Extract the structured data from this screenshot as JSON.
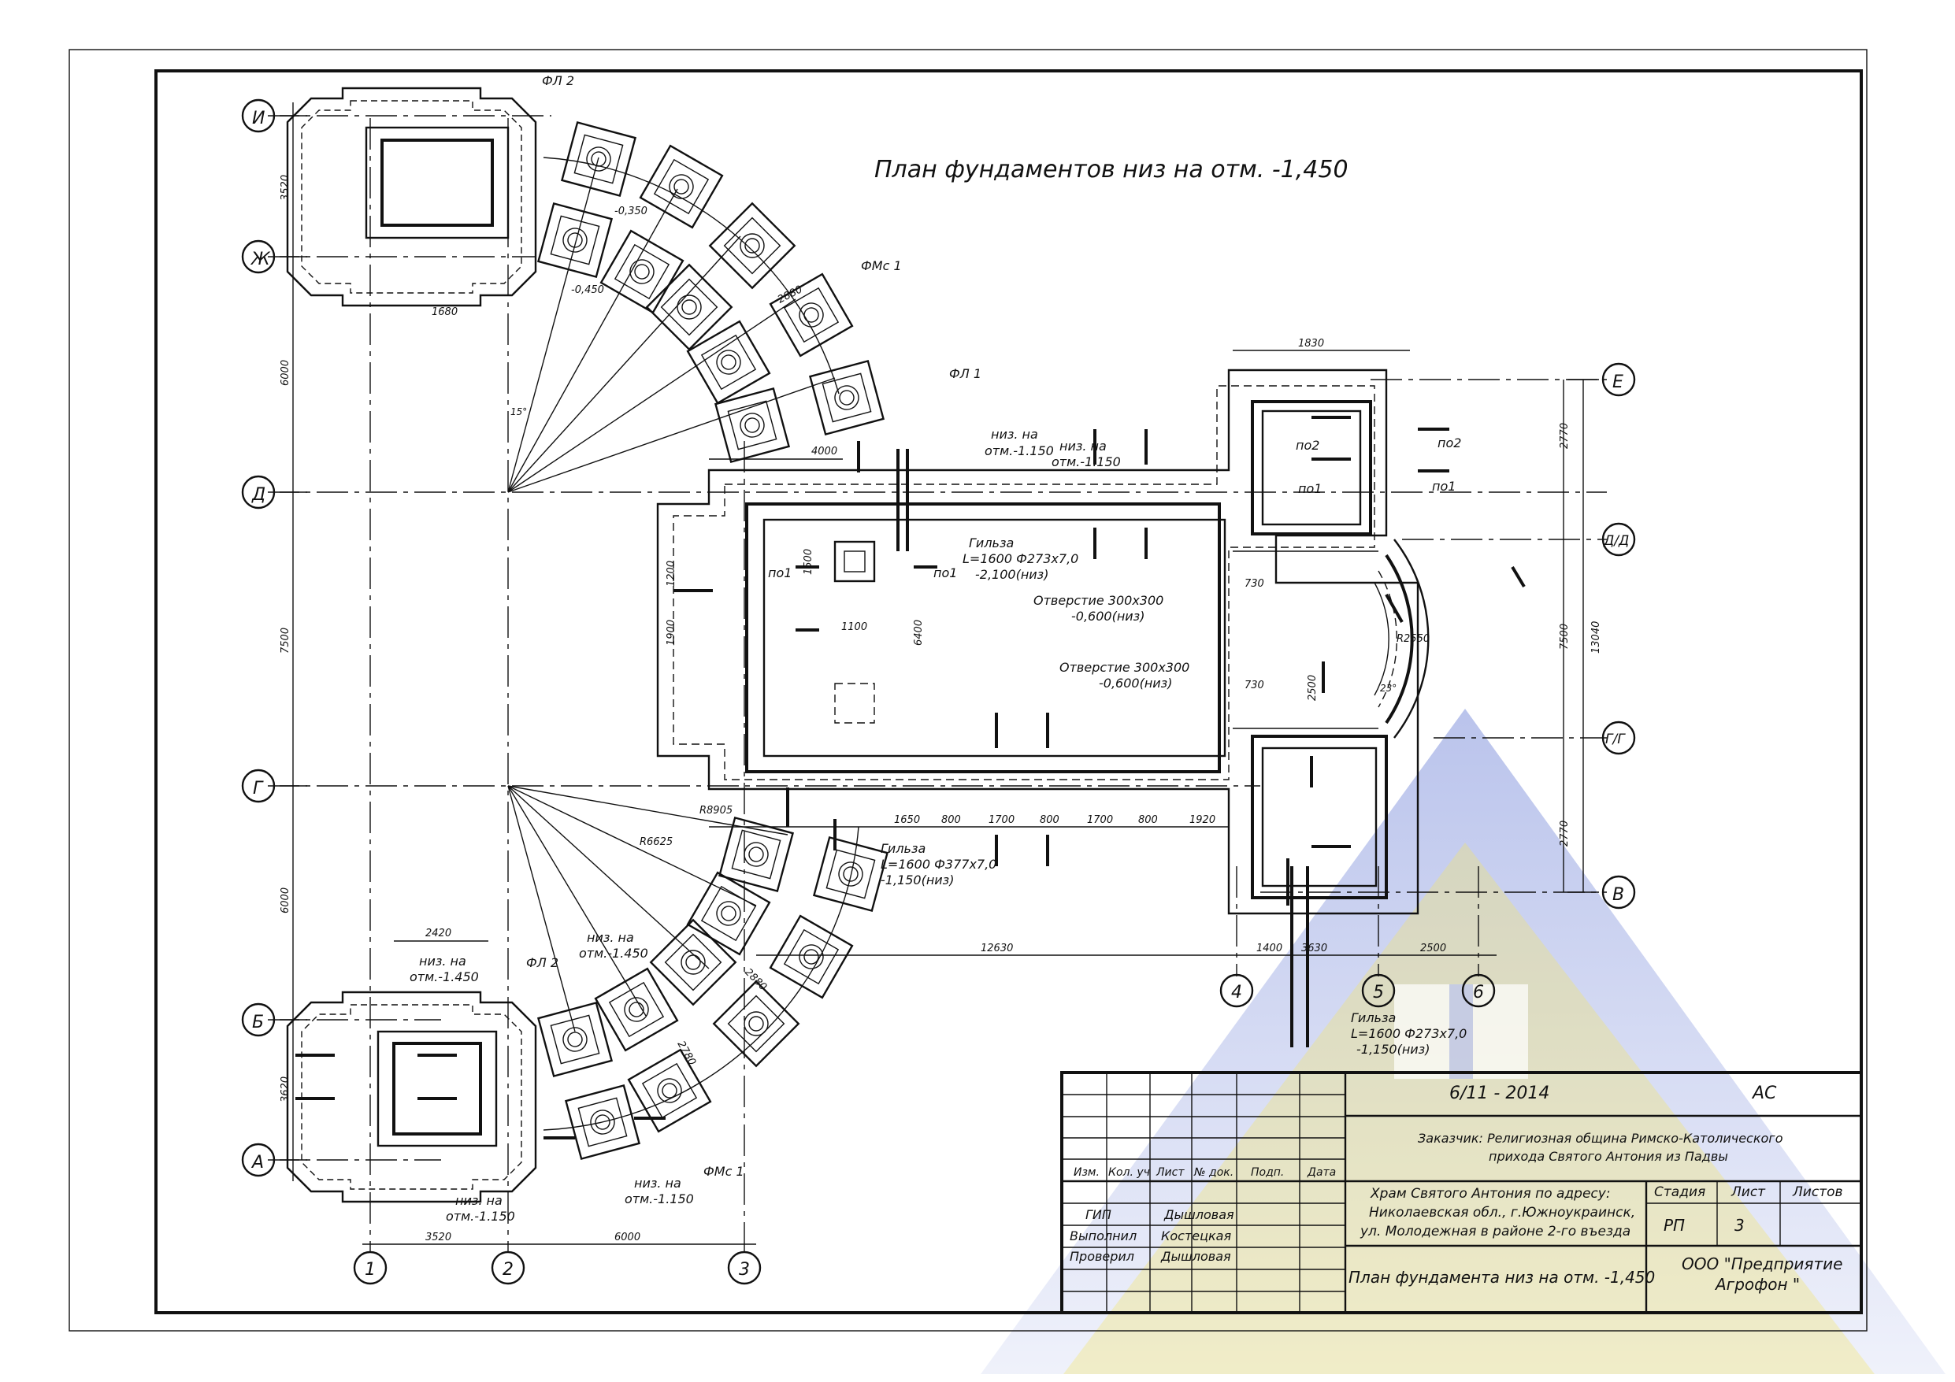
{
  "drawing": {
    "title": "План фундаментов низ на отм. -1,450",
    "axes_letters": [
      "И",
      "Ж",
      "Д",
      "Г",
      "Б",
      "А",
      "Е",
      "Д/Д",
      "Г/Г",
      "В"
    ],
    "axes_numbers": [
      "1",
      "2",
      "3",
      "4",
      "5",
      "6"
    ],
    "labels": {
      "fl2_top": "ФЛ 2",
      "fms1_top": "ФМс 1",
      "fl1": "ФЛ 1",
      "fl2_bottom": "ФЛ 2",
      "fms1_bottom": "ФМс 1",
      "mark_035": "-0,350",
      "mark_045": "-0,450",
      "niz_na_1": "низ. на",
      "otm_1150_a": "отм.-1.150",
      "niz_na_2": "низ. на",
      "otm_1150_b": "отм.-1.150",
      "gilza_1_title": "Гильза",
      "gilza_1_spec": "L=1600 Ф273х7,0",
      "gilza_1_level": "-2,100(низ)",
      "otv_1_title": "Отверстие 300х300",
      "otv_1_level": "-0,600(низ)",
      "otv_2_title": "Отверстие 300х300",
      "otv_2_level": "-0,600(низ)",
      "gilza_2_title": "Гильза",
      "gilza_2_spec": "L=1600 Ф377х7,0",
      "gilza_2_level": "-1,150(низ)",
      "gilza_3_title": "Гильза",
      "gilza_3_spec": "L=1600 Ф273х7,0",
      "gilza_3_level": "-1,150(низ)",
      "niz_na_3": "низ. на",
      "otm_1450_a": "отм.-1.450",
      "niz_na_4": "низ. на",
      "otm_1450_b": "отм.-1.450",
      "niz_na_5": "низ. на",
      "otm_1150_c": "отм.-1.150",
      "niz_na_6": "низ. на",
      "otm_1150_d": "отм.-1.150",
      "po1_a": "по1",
      "po1_b": "по1",
      "po1_c": "по1",
      "po1_d": "по1",
      "po2_a": "по2",
      "po2_b": "по2",
      "r2550": "R2550",
      "r8905": "R8905",
      "r6625": "R6625",
      "angle15": "15°",
      "angle23": "23°"
    },
    "dims": {
      "d3520_left": "3520",
      "d6000_left": "6000",
      "d7500_left": "7500",
      "d6000_left2": "6000",
      "d3620_left": "3620",
      "d3520_bottom": "3520",
      "d6000_bottom": "6000",
      "d12630": "12630",
      "d2500_bottom": "2500",
      "d1400": "1400",
      "d3630": "3630",
      "d2770_top": "2770",
      "d7500_right": "7500",
      "d13040": "13040",
      "d2770_bottom": "2770",
      "d4000": "4000",
      "d2420": "2420",
      "d1680_top": "1680",
      "d1830": "1830",
      "d1650": "1650",
      "d1700a": "1700",
      "d1700b": "1700",
      "d1920": "1920",
      "d800a": "800",
      "d800b": "800",
      "d800c": "800",
      "d6400": "6400",
      "d1500": "1500",
      "d1100": "1100",
      "d2880a": "2880",
      "d2880b": "2880",
      "d2780": "2780",
      "d2500_mid": "2500",
      "d730a": "730",
      "d730b": "730",
      "d1200": "1200",
      "d1900": "1900"
    }
  },
  "title_block": {
    "code": "6/11  -  2014",
    "mark": "АС",
    "customer_line1": "Заказчик: Религиозная община Римско-Католического",
    "customer_line2": "прихода Святого Антония из Падвы",
    "headers": [
      "Изм.",
      "Кол. уч",
      "Лист",
      "№ док.",
      "Подп.",
      "Дата"
    ],
    "roles": [
      {
        "role": "ГИП",
        "name": "Дышловая"
      },
      {
        "role": "Выполнил",
        "name": "Костецкая"
      },
      {
        "role": "Проверил",
        "name": "Дышловая"
      }
    ],
    "object_line1": "Храм Святого Антония по адресу:",
    "object_line2": "Николаевская обл., г.Южноукраинск,",
    "object_line3": "ул. Молодежная в районе 2-го въезда",
    "stage_header": "Стадия",
    "sheet_header": "Лист",
    "sheets_header": "Листов",
    "stage_value": "РП",
    "sheet_value": "3",
    "sheet_title": "План фундамента низ на отм. -1,450",
    "company_line1": "ООО  \"Предприятие",
    "company_line2": "Агрофон \""
  },
  "colors": {
    "ink": "#111111",
    "watermark_blue": "#3a55c8",
    "watermark_yellow": "#f3e46a"
  }
}
